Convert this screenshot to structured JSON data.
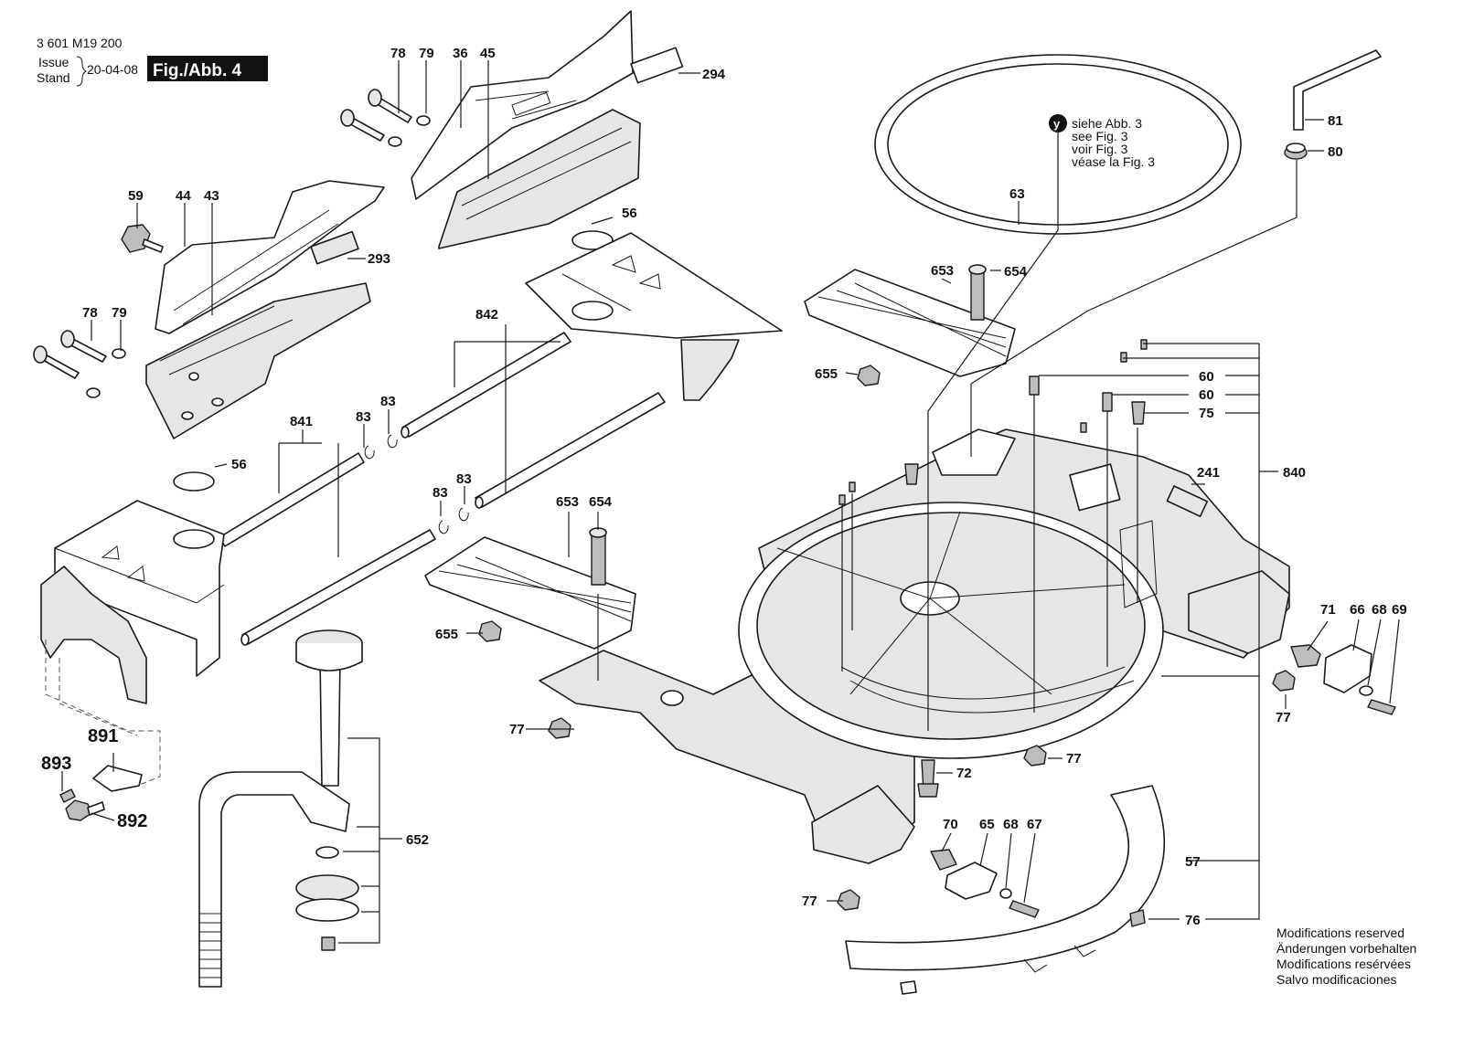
{
  "header": {
    "doc_number": "3 601 M19 200",
    "issue_label": "Issue",
    "stand_label": "Stand",
    "date": "20-04-08",
    "figure_label": "Fig./Abb. 4"
  },
  "reference_note": {
    "marker": "y",
    "lines": [
      "siehe Abb. 3",
      "see Fig. 3",
      "voir Fig. 3",
      "véase la Fig. 3"
    ]
  },
  "modifications_note": [
    "Modifications reserved",
    "Änderungen vorbehalten",
    "Modifications resérvées",
    "Salvo modificaciones"
  ],
  "part_labels": [
    "78",
    "79",
    "36",
    "45",
    "294",
    "59",
    "44",
    "43",
    "293",
    "78",
    "79",
    "56",
    "842",
    "841",
    "83",
    "83",
    "83",
    "83",
    "56",
    "653",
    "654",
    "655",
    "891",
    "893",
    "892",
    "652",
    "63",
    "81",
    "80",
    "653",
    "654",
    "655",
    "60",
    "60",
    "75",
    "840",
    "241",
    "71",
    "66",
    "68",
    "69",
    "77",
    "77",
    "72",
    "77",
    "70",
    "65",
    "68",
    "67",
    "57",
    "77",
    "76"
  ]
}
